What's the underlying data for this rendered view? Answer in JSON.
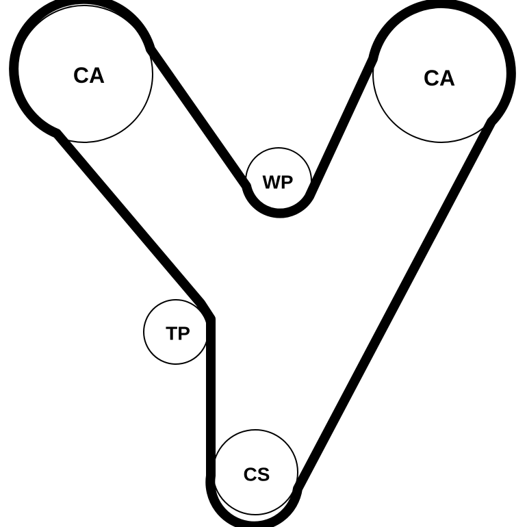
{
  "pulleys": {
    "camshaft_left": {
      "label": "CA"
    },
    "camshaft_right": {
      "label": "CA"
    },
    "water_pump": {
      "label": "WP"
    },
    "tensioner": {
      "label": "TP"
    },
    "crankshaft": {
      "label": "CS"
    }
  },
  "colors": {
    "belt": "#000000",
    "pulley_fill": "#ffffff",
    "outline": "#000000"
  }
}
